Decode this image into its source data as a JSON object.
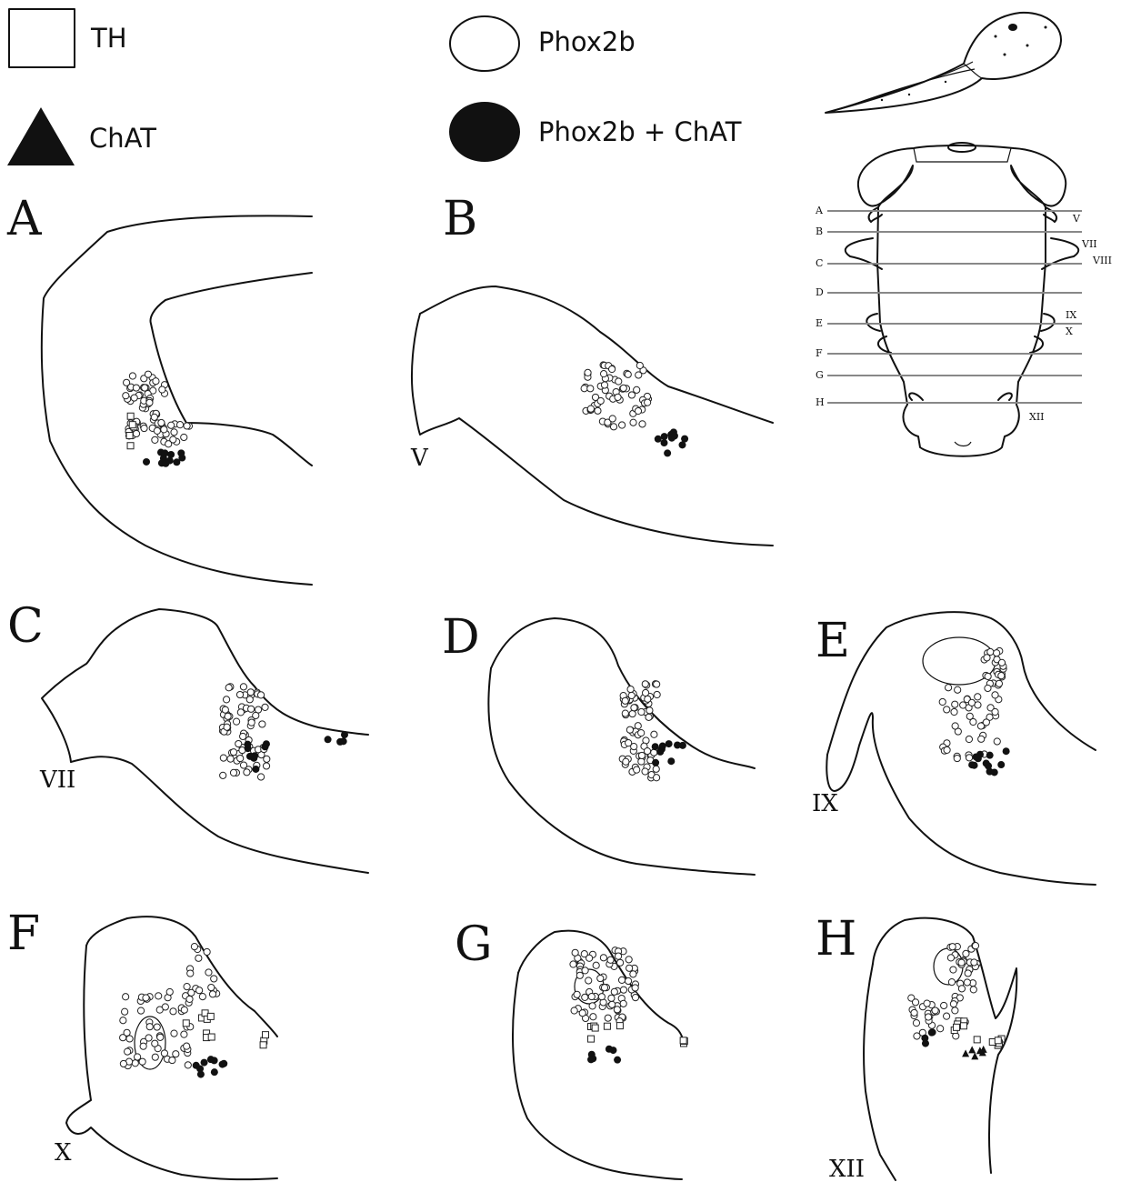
{
  "legend": {
    "th": "TH",
    "chat": "ChAT",
    "phox2b": "Phox2b",
    "phox2b_chat": "Phox2b + ChAT"
  },
  "panels": {
    "A": "A",
    "B": "B",
    "C": "C",
    "D": "D",
    "E": "E",
    "F": "F",
    "G": "G",
    "H": "H"
  },
  "nerve_labels": {
    "B": "V",
    "C": "VII",
    "E": "IX",
    "F": "X",
    "H": "XII"
  },
  "schematic": {
    "levels": [
      "A",
      "B",
      "C",
      "D",
      "E",
      "F",
      "G",
      "H"
    ],
    "nerves": [
      "V",
      "VII",
      "VIII",
      "IX",
      "X",
      "XII"
    ]
  },
  "colors": {
    "ink": "#111111",
    "level_line": "#888888",
    "background": "#ffffff"
  }
}
